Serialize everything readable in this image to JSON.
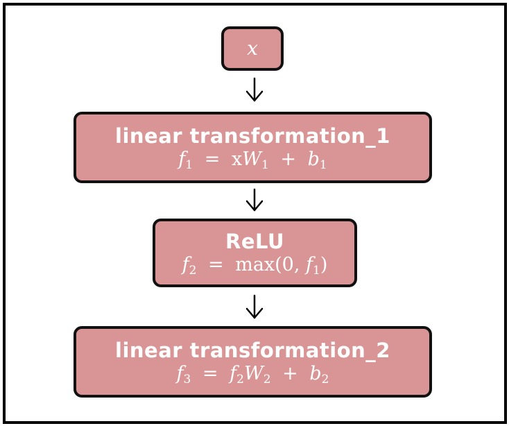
{
  "nodes": {
    "input": {
      "formula": "x"
    },
    "linear1": {
      "title": "linear transformation_1",
      "formula": {
        "lhs": "f",
        "lhs_sub": "1",
        "rhs_a": "x",
        "rhs_b": "W",
        "rhs_b_sub": "1",
        "rhs_c": "b",
        "rhs_c_sub": "1"
      }
    },
    "relu": {
      "title": "ReLU",
      "formula": {
        "lhs": "f",
        "lhs_sub": "2",
        "fn": "max(0, ",
        "arg": "f",
        "arg_sub": "1",
        "close": ")"
      }
    },
    "linear2": {
      "title": "linear transformation_2",
      "formula": {
        "lhs": "f",
        "lhs_sub": "3",
        "rhs_a": "f",
        "rhs_a_sub": "2",
        "rhs_b": "W",
        "rhs_b_sub": "2",
        "rhs_c": "b",
        "rhs_c_sub": "2"
      }
    }
  },
  "symbols": {
    "equals": "=",
    "plus": "+"
  },
  "colors": {
    "node_fill": "#d99595",
    "node_border": "#111111",
    "text": "#ffffff",
    "arrow": "#000000"
  }
}
